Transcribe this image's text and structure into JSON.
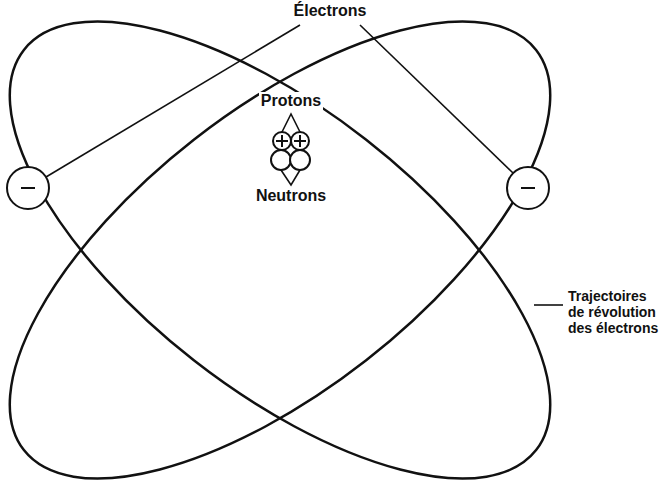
{
  "diagram": {
    "labels": [
      "Électrons",
      "Protons",
      "Neutrons",
      "Trajectoires de révolution des électrons"
    ]
  }
}
